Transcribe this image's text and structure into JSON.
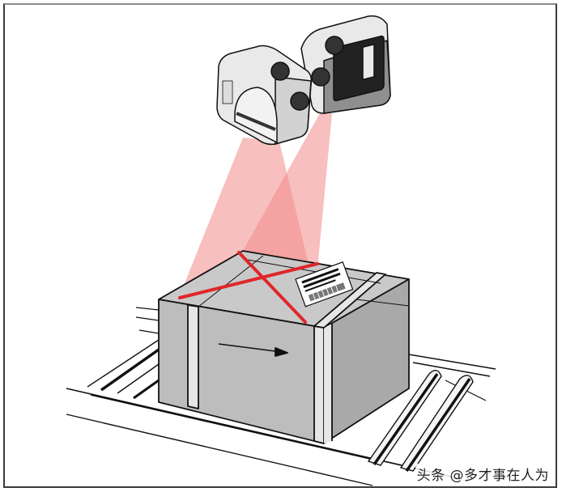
{
  "figure": {
    "subject": "Barcode scanners reading a package on a roller conveyor",
    "colors": {
      "frame": "#3a3a40",
      "box_top": "#c9c9c9",
      "box_front": "#bdbdbd",
      "box_side": "#a9a9a9",
      "strap": "#e6e6e6",
      "laser_beam": "#f28a8a",
      "laser_line": "#e0262a",
      "scanner_body": "#e9e9e9",
      "scanner_shade": "#8f8f8f",
      "roller_dark": "#111111"
    },
    "elements": {
      "scanner_left": "scanner-camera-left",
      "scanner_right": "scanner-camera-right",
      "package": "cardboard-box",
      "label": "barcode-label",
      "direction_arrow": "arrow-right",
      "conveyor": "roller-conveyor"
    }
  },
  "watermark": {
    "text": "头条 @多才事在人为"
  }
}
